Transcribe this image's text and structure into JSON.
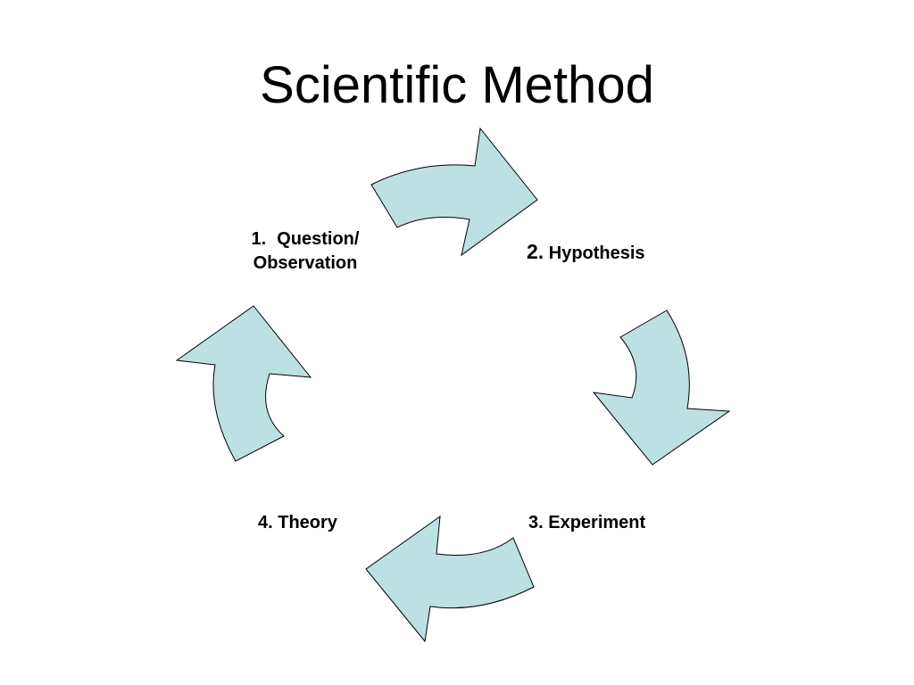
{
  "slide": {
    "title": "Scientific Method"
  },
  "diagram": {
    "type": "cycle",
    "arrow_fill": "#bde0e2",
    "arrow_stroke": "#000000",
    "steps": [
      {
        "number": "1.",
        "line1": "Question/",
        "line2": "Observation"
      },
      {
        "number": "2.",
        "label": "Hypothesis"
      },
      {
        "label": "3. Experiment"
      },
      {
        "label": "4. Theory"
      }
    ]
  }
}
